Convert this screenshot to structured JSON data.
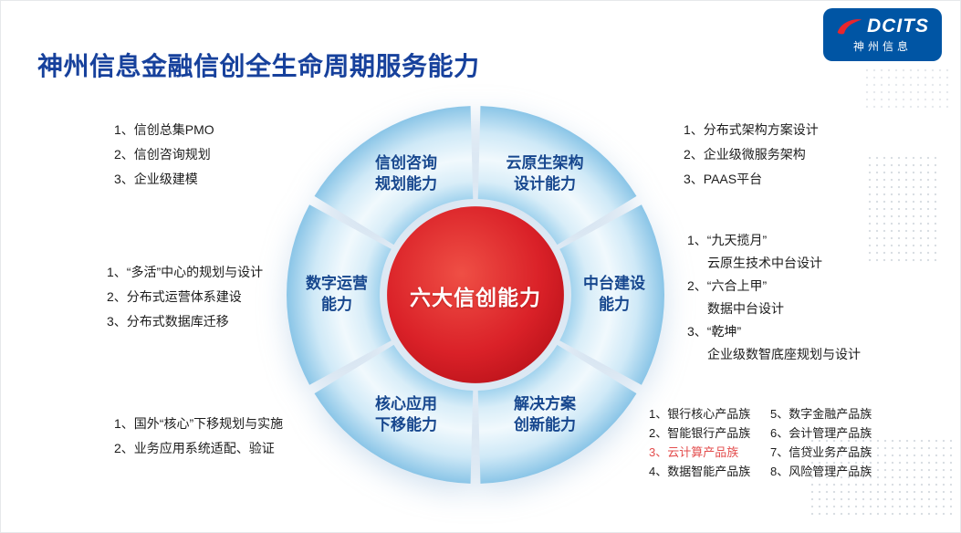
{
  "slide": {
    "title": "神州信息金融信创全生命周期服务能力"
  },
  "logo": {
    "brand": "DCITS",
    "company": "神州信息"
  },
  "diagram": {
    "center": "六大信创能力",
    "segments": [
      {
        "id": "consulting",
        "label": "信创咨询\n规划能力"
      },
      {
        "id": "cloud_native",
        "label": "云原生架构\n设计能力"
      },
      {
        "id": "middle_platform",
        "label": "中台建设\n能力"
      },
      {
        "id": "solution",
        "label": "解决方案\n创新能力"
      },
      {
        "id": "core_migration",
        "label": "核心应用\n下移能力"
      },
      {
        "id": "digital_ops",
        "label": "数字运营\n能力"
      }
    ]
  },
  "lists": {
    "consulting": {
      "items": [
        "1、信创总集PMO",
        "2、信创咨询规划",
        "3、企业级建模"
      ]
    },
    "cloud_native": {
      "items": [
        "1、分布式架构方案设计",
        "2、企业级微服务架构",
        "3、PAAS平台"
      ]
    },
    "middle_platform": {
      "items": [
        {
          "main": "1、“九天揽月”",
          "sub": "云原生技术中台设计"
        },
        {
          "main": "2、“六合上甲”",
          "sub": "数据中台设计"
        },
        {
          "main": "3、“乾坤”",
          "sub": "企业级数智底座规划与设计"
        }
      ]
    },
    "digital_ops": {
      "items": [
        "1、“多活”中心的规划与设计",
        "2、分布式运营体系建设",
        "3、分布式数据库迁移"
      ]
    },
    "core_migration": {
      "items": [
        "1、国外“核心”下移规划与实施",
        "2、业务应用系统适配、验证"
      ]
    },
    "solutions": {
      "col1": [
        "1、银行核心产品族",
        "2、智能银行产品族",
        "3、云计算产品族",
        "4、数据智能产品族"
      ],
      "col2": [
        "5、数字金融产品族",
        "6、会计管理产品族",
        "7、信贷业务产品族",
        "8、风险管理产品族"
      ]
    }
  },
  "colors": {
    "title": "#17419c",
    "segment_label": "#17478e",
    "center_red": "#d01f27",
    "ring_blue": "#8ac5e7",
    "logo_bg": "#0055a4",
    "logo_swoosh_red": "#e8262d",
    "highlight": "#e34d4d"
  }
}
